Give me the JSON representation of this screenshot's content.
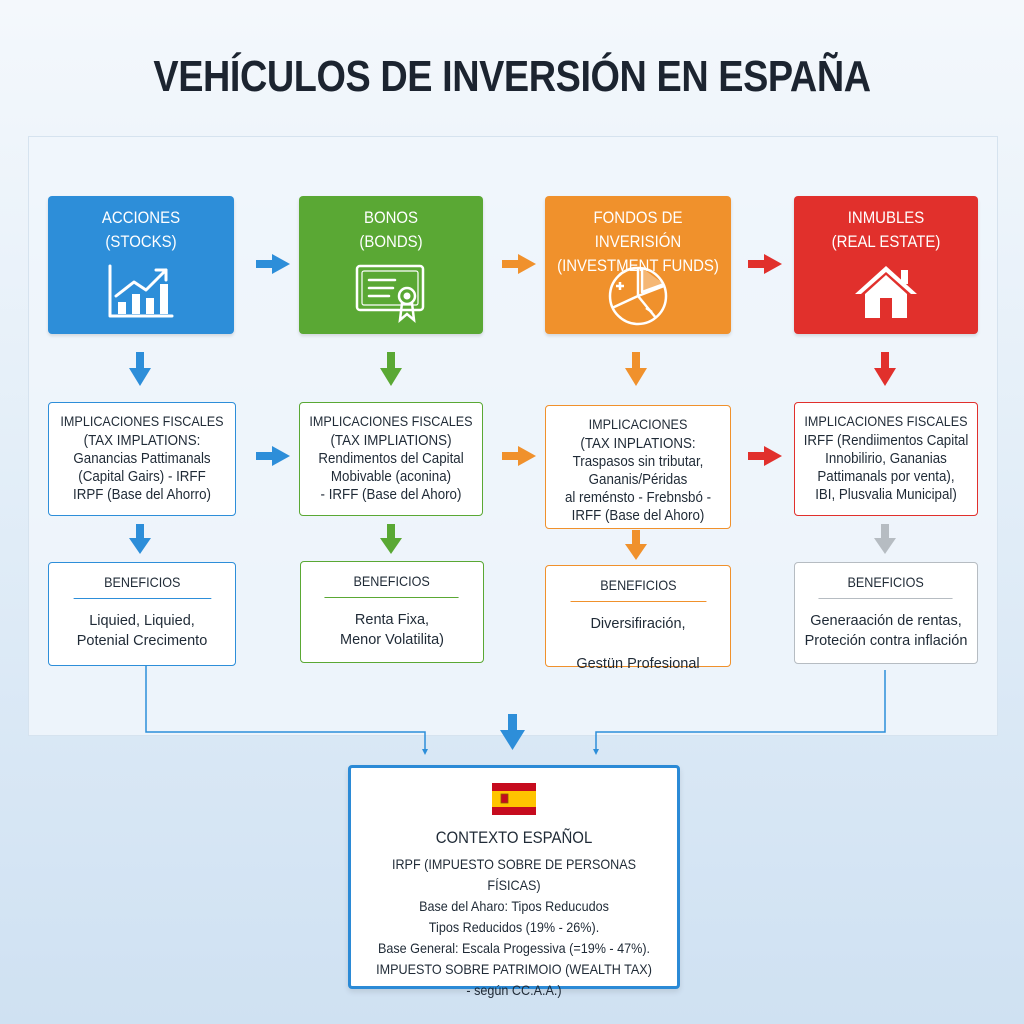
{
  "title": "VEHÍCULOS DE INVERSIÓN EN ESPAÑA",
  "colors": {
    "blue": "#2d8ed9",
    "green": "#5aa834",
    "orange": "#f0912c",
    "red": "#e1302c",
    "gray": "#b6bcc2"
  },
  "columns": [
    {
      "header": {
        "line1": "ACCIONES",
        "line2": "(STOCKS)",
        "icon": "growth-chart-icon"
      },
      "tax": {
        "title": "IMPLICACIONES FISCALES",
        "text": "(TAX IMPLATIONS:\nGanancias Pattimanals\n(Capital Gairs) - IRFF\nIRPF (Base del Ahorro)"
      },
      "benefits": {
        "title": "BENEFICIOS",
        "text": "Liquied, Liquied,\nPotenial Crecimento"
      }
    },
    {
      "header": {
        "line1": "BONOS",
        "line2": "(BONDS)",
        "icon": "certificate-icon"
      },
      "tax": {
        "title": "IMPLICACIONES FISCALES",
        "text": "(TAX IMPLIATIONS)\nRendimentos del Capital\nMobivable (aconina)\n- IRFF (Base del Ahoro)"
      },
      "benefits": {
        "title": "BENEFICIOS",
        "text": "Renta Fixa,\nMenor Volatilita)"
      }
    },
    {
      "header": {
        "line1": "FONDOS DE INVERISIÓN",
        "line2": "(INVESTMENT FUNDS)",
        "icon": "pie-chart-icon"
      },
      "tax": {
        "title": "IMPLICACIONES",
        "text": "(TAX INPLATIONS:\nTraspasos sin tributar,\nGananis/Péridas\nal reménsto - Frebnsbó -\nIRFF (Base del Ahoro)"
      },
      "benefits": {
        "title": "BENEFICIOS",
        "text": "Diversifiración,\n\nGestün Profesional"
      }
    },
    {
      "header": {
        "line1": "INMUBLES",
        "line2": "(REAL ESTATE)",
        "icon": "house-icon"
      },
      "tax": {
        "title": "IMPLICACIONES FISCALES",
        "text": "IRFF (Rendiimentos Capital\nInnobilirio, Gananias\nPattimanals por venta),\nIBI, Plusvalia Municipal)"
      },
      "benefits": {
        "title": "BENEFICIOS",
        "text": "Generaación de rentas,\nProteción contra inflación"
      }
    }
  ],
  "context": {
    "flag_icon": "spain-flag-icon",
    "title": "CONTEXTO ESPAÑOL",
    "text": "IRPF (IMPUESTO SOBRE DE PERSONAS FÍSICAS)\nBase del Aharo: Tipos Reducudos\nTipos Reducidos (19% - 26%).\nBase General: Escala Progessiva (=19% - 47%).\nIMPUESTO SOBRE PATRIMOIO (WEALTH TAX)\n- según CC.A.A.)"
  }
}
